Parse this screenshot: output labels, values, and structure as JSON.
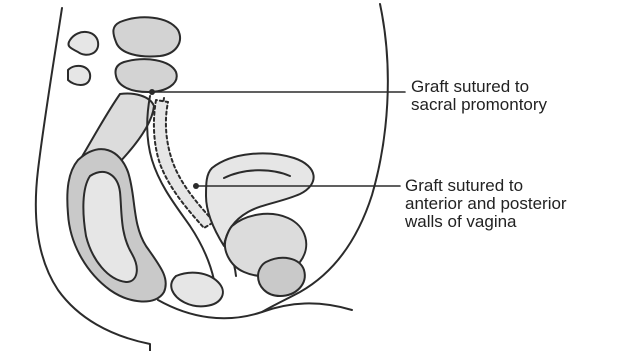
{
  "colors": {
    "outline": "#2b2b2b",
    "fill_light": "#e6e6e6",
    "fill_mid": "#c9c9c9",
    "fill_dark": "#a8a8a8",
    "background": "#ffffff"
  },
  "labels": {
    "sacral": {
      "line1": "Graft sutured to",
      "line2": "sacral promontory"
    },
    "vagina": {
      "line1": "Graft sutured to",
      "line2": "anterior and posterior",
      "line3": "walls of vagina"
    }
  }
}
